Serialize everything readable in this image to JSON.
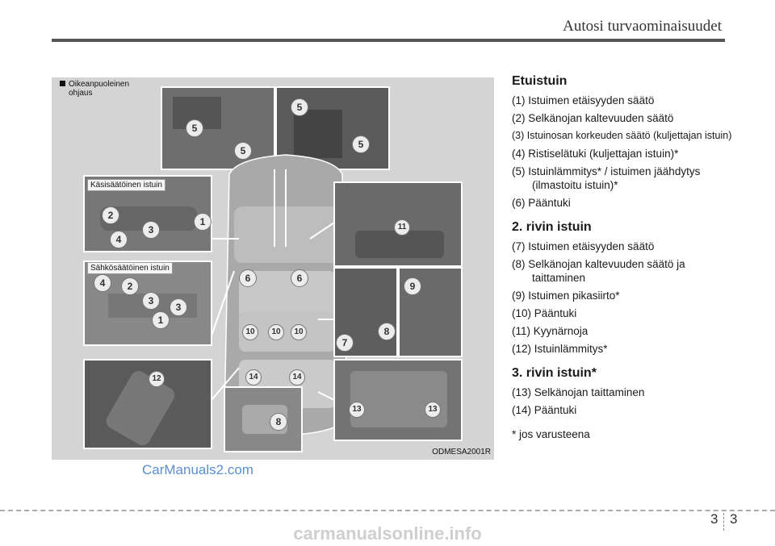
{
  "header": {
    "title": "Autosi turvaominaisuudet"
  },
  "figure": {
    "note_line1": "Oikeanpuoleinen",
    "note_line2": "ohjaus",
    "code": "ODMESA2001R",
    "tag_manual": "Käsisäätöinen istuin",
    "tag_power": "Sähkösäätöinen istuin",
    "callouts": [
      "5",
      "5",
      "5",
      "5",
      "2",
      "3",
      "1",
      "4",
      "4",
      "2",
      "3",
      "3",
      "1",
      "11",
      "6",
      "6",
      "10",
      "10",
      "10",
      "9",
      "7",
      "8",
      "14",
      "14",
      "12",
      "8",
      "13",
      "13"
    ]
  },
  "sections": [
    {
      "heading": "Etuistuin",
      "items": [
        "(1) Istuimen etäisyyden säätö",
        "(2) Selkänojan kaltevuuden säätö",
        "(3) Istuinosan korkeuden säätö (kuljettajan istuin)",
        "(4) Ristiselätuki (kuljettajan istuin)*",
        "(5) Istuinlämmitys* / istuimen jäähdytys (ilmastoitu istuin)*",
        "(6) Pääntuki"
      ]
    },
    {
      "heading": "2. rivin istuin",
      "items": [
        "(7) Istuimen etäisyyden säätö",
        "(8) Selkänojan kaltevuuden säätö ja taittaminen",
        "(9) Istuimen pikasiirto*",
        "(10) Pääntuki",
        "(11) Kyynärnoja",
        "(12) Istuinlämmitys*"
      ]
    },
    {
      "heading": "3. rivin istuin*",
      "items": [
        "(13) Selkänojan taittaminen",
        "(14) Pääntuki"
      ]
    }
  ],
  "footnote": "* jos varusteena",
  "watermark": "CarManuals2.com",
  "page": {
    "chapter": "3",
    "number": "3"
  },
  "bottom_watermark": "carmanualsonline.info"
}
